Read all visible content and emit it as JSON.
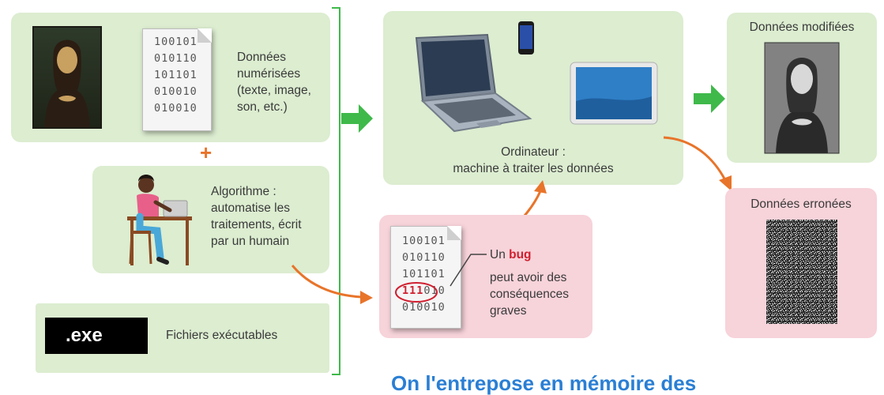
{
  "inputs": {
    "digitized_data": {
      "binary_lines": [
        "100101",
        "010110",
        "101101",
        "010010",
        "010010"
      ],
      "label_lines": [
        "Données",
        "numérisées",
        "(texte, image,",
        "son, etc.)"
      ]
    },
    "plus_sign": "+",
    "algorithm": {
      "label_lines": [
        "Algorithme :",
        "automatise les",
        "traitements, écrit",
        "par un humain"
      ]
    },
    "executables": {
      "badge": ".exe",
      "label": "Fichiers exécutables"
    }
  },
  "computer": {
    "caption_line1": "Ordinateur :",
    "caption_line2": "machine à traiter les données"
  },
  "bug": {
    "binary_lines": [
      "100101",
      "010110",
      "101101"
    ],
    "highlighted_bits": "111",
    "line4_rest": "010",
    "line5": "010010",
    "label_prefix": "Un ",
    "label_keyword": "bug",
    "label_lines": [
      "peut avoir des",
      "conséquences",
      "graves"
    ]
  },
  "outputs": {
    "modified": {
      "title": "Données modifiées"
    },
    "erroneous": {
      "title": "Données erronées"
    }
  },
  "footer_partial_text": "On l'entrepose en mémoire des",
  "colors": {
    "green_box": "#dcedd0",
    "pink_box": "#f7d3da",
    "green_arrow": "#3fb94a",
    "orange_arrow": "#e8742a",
    "bug_red": "#d02030",
    "footer_blue": "#2a7fd4"
  }
}
